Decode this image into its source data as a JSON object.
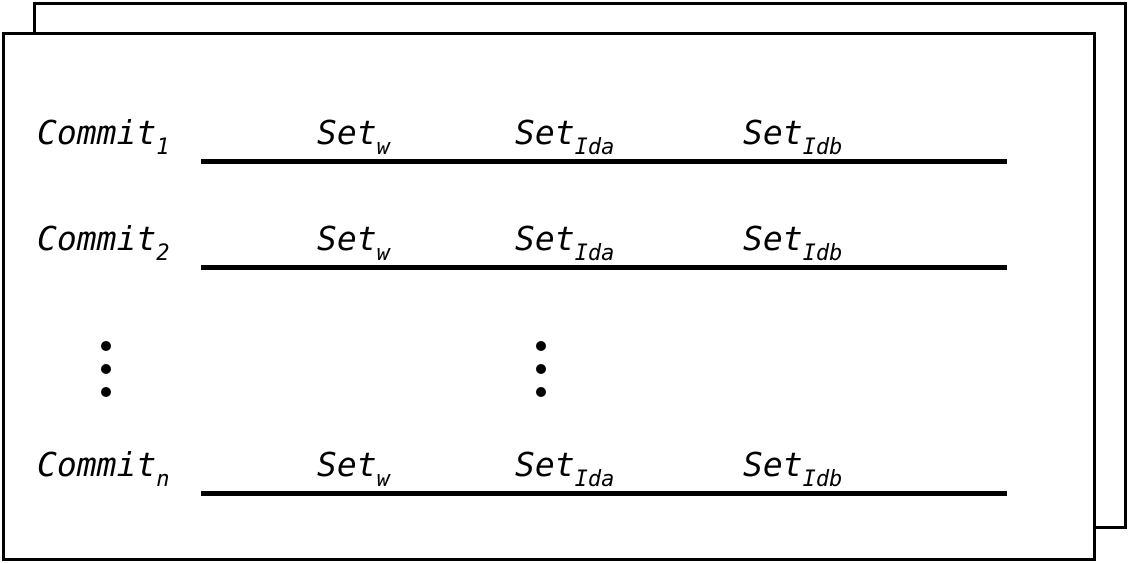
{
  "rows": [
    {
      "commit": "Commit",
      "commit_sub": "1",
      "set_w": "Set",
      "set_w_sub": "w",
      "set_ida": "Set",
      "set_ida_sub": "Ida",
      "set_idb": "Set",
      "set_idb_sub": "Idb"
    },
    {
      "commit": "Commit",
      "commit_sub": "2",
      "set_w": "Set",
      "set_w_sub": "w",
      "set_ida": "Set",
      "set_ida_sub": "Ida",
      "set_idb": "Set",
      "set_idb_sub": "Idb"
    },
    {
      "commit": "Commit",
      "commit_sub": "n",
      "set_w": "Set",
      "set_w_sub": "w",
      "set_ida": "Set",
      "set_ida_sub": "Ida",
      "set_idb": "Set",
      "set_idb_sub": "Idb"
    }
  ],
  "colors": {
    "stroke": "#000000",
    "background": "#ffffff"
  }
}
